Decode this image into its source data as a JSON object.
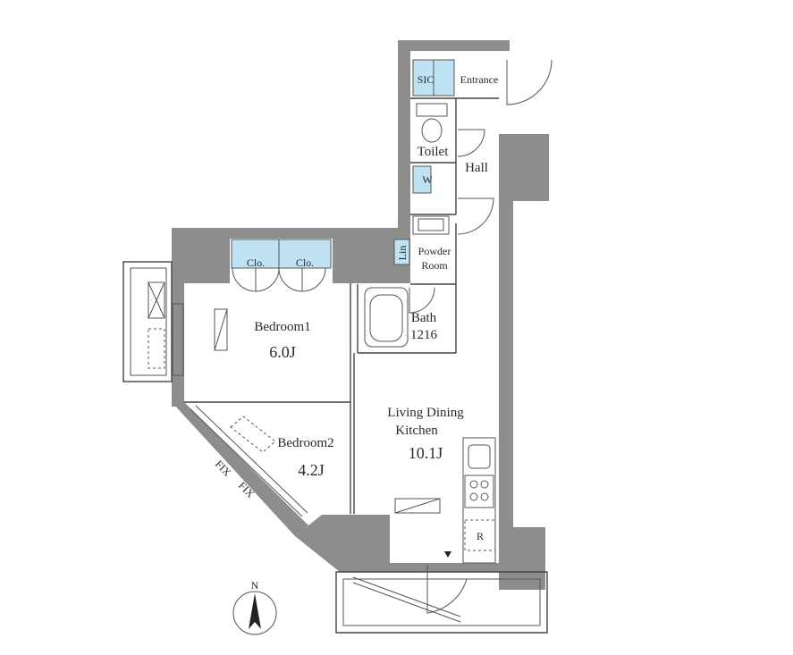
{
  "rooms": {
    "entrance": "Entrance",
    "sic": "SIC",
    "toilet": "Toilet",
    "hall": "Hall",
    "w": "W",
    "lin": "Lin",
    "powder_room_1": "Powder",
    "powder_room_2": "Room",
    "bath": "Bath",
    "bath_size": "1216",
    "bedroom1": "Bedroom1",
    "bedroom1_size": "6.0J",
    "bedroom2": "Bedroom2",
    "bedroom2_size": "4.2J",
    "ldk_1": "Living Dining",
    "ldk_2": "Kitchen",
    "ldk_size": "10.1J",
    "clo_1": "Clo.",
    "clo_2": "Clo.",
    "fix_1": "FIX",
    "fix_2": "FIX",
    "fridge": "R",
    "compass": "N"
  },
  "colors": {
    "wall": "#8d8d8d",
    "storage": "#bfe3f3",
    "line": "#555555"
  }
}
